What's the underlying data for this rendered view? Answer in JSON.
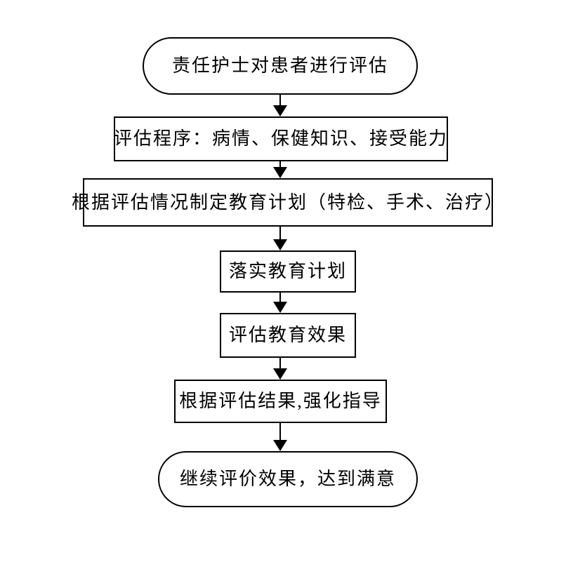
{
  "diagram": {
    "type": "flowchart",
    "direction": "top-down",
    "colors": {
      "stroke": "#000000",
      "fill": "#ffffff",
      "text": "#000000"
    },
    "nodes": [
      {
        "id": "start",
        "shape": "terminator",
        "label": "责任护士对患者进行评估"
      },
      {
        "id": "procedure",
        "shape": "process",
        "label": "评估程序：病情、保健知识、接受能力"
      },
      {
        "id": "plan",
        "shape": "process",
        "label": "根据评估情况制定教育计划（特检、手术、治疗）"
      },
      {
        "id": "implement",
        "shape": "process",
        "label": "落实教育计划"
      },
      {
        "id": "evaluate",
        "shape": "process",
        "label": "评估教育效果"
      },
      {
        "id": "reinforce",
        "shape": "process",
        "label": "根据评估结果,强化指导"
      },
      {
        "id": "end",
        "shape": "terminator",
        "label": "继续评价效果，达到满意"
      }
    ],
    "edges": [
      {
        "from": "start",
        "to": "procedure",
        "style": "arrow-down"
      },
      {
        "from": "procedure",
        "to": "plan",
        "style": "arrow-down"
      },
      {
        "from": "plan",
        "to": "implement",
        "style": "arrow-down"
      },
      {
        "from": "implement",
        "to": "evaluate",
        "style": "arrow-down"
      },
      {
        "from": "evaluate",
        "to": "reinforce",
        "style": "arrow-down"
      },
      {
        "from": "reinforce",
        "to": "end",
        "style": "arrow-down"
      }
    ]
  }
}
